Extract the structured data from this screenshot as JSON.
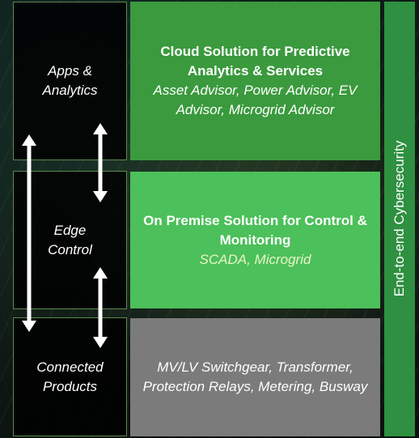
{
  "layers": {
    "apps": "Apps &\nAnalytics",
    "edge": "Edge\nControl",
    "products": "Connected\nProducts"
  },
  "solutions": {
    "cloud": {
      "title": "Cloud Solution for Predictive Analytics & Services",
      "subtitle": "Asset Advisor, Power Advisor, EV Advisor, Microgrid Advisor"
    },
    "premise": {
      "title": "On Premise Solution for Control & Monitoring",
      "subtitle": "SCADA, Microgrid"
    },
    "products": {
      "subtitle": "MV/LV Switchgear, Transformer, Protection Relays, Metering, Busway"
    }
  },
  "cybersecurity": "End-to-end Cybersecurity",
  "colors": {
    "cloud": "#3a9a3d",
    "premise": "#4cc05a",
    "products": "#7b7b7b",
    "cyber": "#2e9040",
    "border": "#5b8a4e"
  },
  "icons": [
    "double-arrow-icon"
  ]
}
